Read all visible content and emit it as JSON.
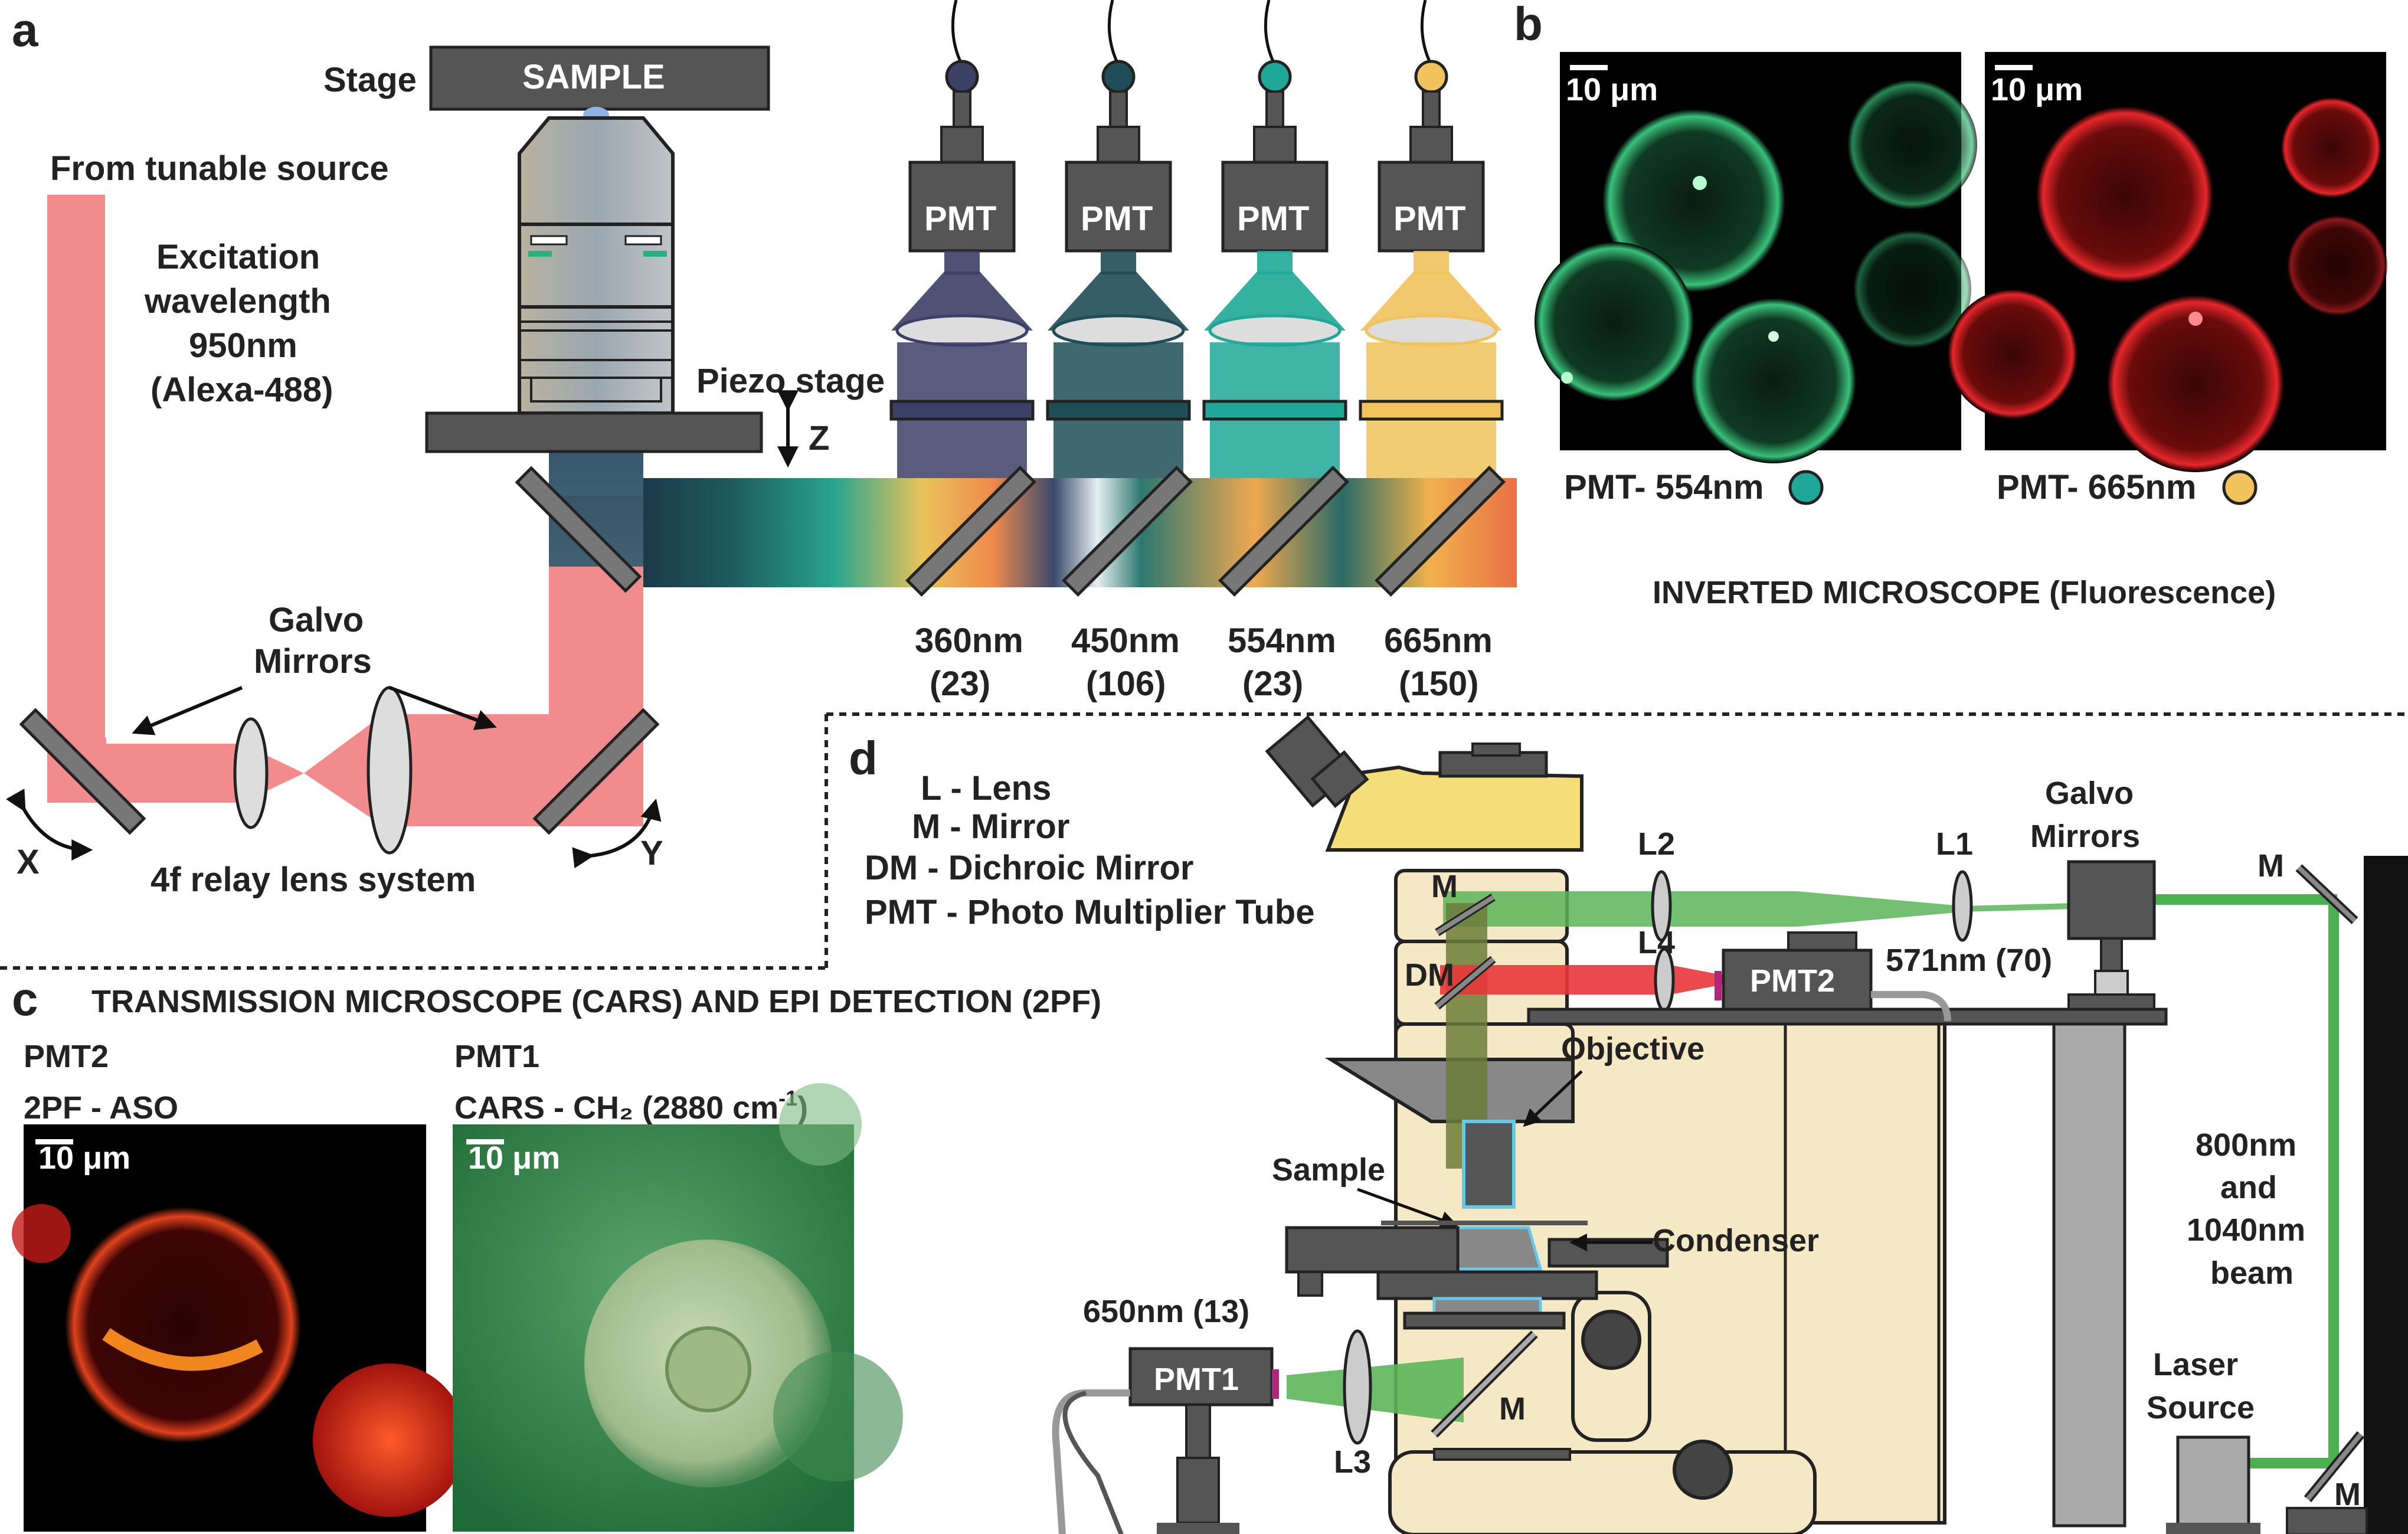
{
  "panels": {
    "a": "a",
    "b": "b",
    "c": "c",
    "d": "d"
  },
  "panel_a": {
    "stage": "Stage",
    "sample": "SAMPLE",
    "source": "From tunable source",
    "excitation": [
      "Excitation",
      "wavelength",
      "950nm",
      "(Alexa-488)"
    ],
    "piezo": "Piezo stage",
    "z": "Z",
    "galvo": [
      "Galvo",
      "Mirrors"
    ],
    "relay": "4f relay lens system",
    "x": "X",
    "y": "Y",
    "pmt": "PMT",
    "detectors": [
      {
        "wl": "360nm",
        "bw": "(23)",
        "color": "#3c3f66"
      },
      {
        "wl": "450nm",
        "bw": "(106)",
        "color": "#1f4d57"
      },
      {
        "wl": "554nm",
        "bw": "(23)",
        "color": "#1fa898"
      },
      {
        "wl": "665nm",
        "bw": "(150)",
        "color": "#f0c35c"
      }
    ]
  },
  "panel_b": {
    "scale": "10 μm",
    "green_caption": "PMT- 554nm",
    "red_caption": "PMT- 665nm",
    "title": "INVERTED MICROSCOPE (Fluorescence)"
  },
  "panel_c": {
    "title": "TRANSMISSION MICROSCOPE (CARS) AND EPI DETECTION (2PF)",
    "left_pmt": "PMT2",
    "left_label": "2PF - ASO",
    "right_pmt": "PMT1",
    "right_label_main": "CARS - CH₂ (2880 cm",
    "right_label_sup": "-1",
    "right_label_end": ")",
    "scale": "10 μm"
  },
  "panel_d": {
    "legend": [
      "L - Lens",
      "M - Mirror",
      "DM - Dichroic Mirror",
      "PMT - Photo Multiplier Tube"
    ],
    "l1": "L1",
    "l2": "L2",
    "l3": "L3",
    "l4": "L4",
    "m": "M",
    "dm": "DM",
    "galvo": [
      "Galvo",
      "Mirrors"
    ],
    "pmt2": "PMT2",
    "pmt2_wl": "571nm (70)",
    "pmt1": "PMT1",
    "pmt1_wl": "650nm (13)",
    "objective": "Objective",
    "sample": "Sample",
    "condenser": "Condenser",
    "beam": [
      "800nm",
      "and",
      "1040nm",
      "beam"
    ],
    "laser": [
      "Laser",
      "Source"
    ]
  }
}
